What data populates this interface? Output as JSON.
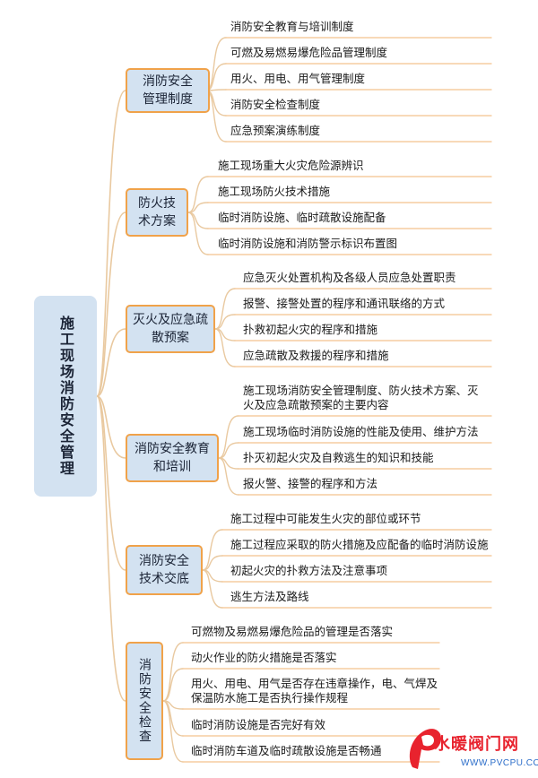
{
  "root": {
    "label": "施工现场消防安全管理"
  },
  "categories": [
    {
      "label": "消防安全管理制度",
      "items": [
        "消防安全教育与培训制度",
        "可燃及易燃易爆危险品管理制度",
        "用火、用电、用气管理制度",
        "消防安全检查制度",
        "应急预案演练制度"
      ]
    },
    {
      "label": "防火技术方案",
      "items": [
        "施工现场重大火灾危险源辨识",
        "施工现场防火技术措施",
        "临时消防设施、临时疏散设施配备",
        "临时消防设施和消防警示标识布置图"
      ]
    },
    {
      "label": "灭火及应急疏散预案",
      "items": [
        "应急灭火处置机构及各级人员应急处置职责",
        "报警、接警处置的程序和通讯联络的方式",
        "扑救初起火灾的程序和措施",
        "应急疏散及救援的程序和措施"
      ]
    },
    {
      "label": "消防安全教育和培训",
      "items": [
        "施工现场消防安全管理制度、防火技术方案、灭火及应急疏散预案的主要内容",
        "施工现场临时消防设施的性能及使用、维护方法",
        "扑灭初起火灾及自救逃生的知识和技能",
        "报火警、接警的程序和方法"
      ]
    },
    {
      "label": "消防安全技术交底",
      "items": [
        "施工过程中可能发生火灾的部位或环节",
        "施工过程应采取的防火措施及应配备的临时消防设施",
        "初起火灾的扑救方法及注意事项",
        "逃生方法及路线"
      ]
    },
    {
      "label": "消防安全检查",
      "items": [
        "可燃物及易燃易爆危险品的管理是否落实",
        "动火作业的防火措施是否落实",
        "用火、用电、用气是否存在违章操作，电、气焊及保温防水施工是否执行操作规程",
        "临时消防设施是否完好有效",
        "临时消防车道及临时疏散设施是否畅通"
      ]
    }
  ],
  "watermark": {
    "brand": "水暖阀门网",
    "url": "WWW.PVCPU.COM"
  },
  "colors": {
    "node_fill": "#d3e2f1",
    "node_border": "#f0a24a",
    "connector": "#e9c9a0",
    "underline": "#f3c28e"
  }
}
